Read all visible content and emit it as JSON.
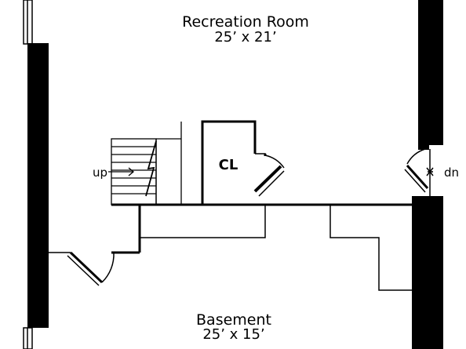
{
  "rooms": {
    "recreation": {
      "name": "Recreation Room",
      "size": "25’ x 21’"
    },
    "basement": {
      "name": "Basement",
      "size": "25’ x 15’"
    }
  },
  "labels": {
    "closet": "CL",
    "stairs_up": "up",
    "stairs_down": "dn"
  }
}
